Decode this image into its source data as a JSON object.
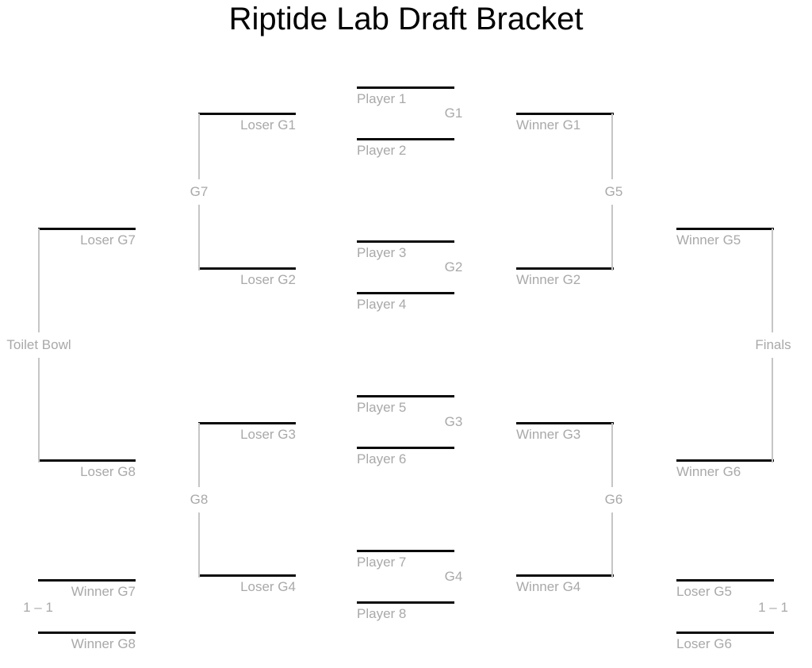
{
  "title": "Riptide Lab Draft Bracket",
  "colors": {
    "match_line": "#000000",
    "connector_line": "#c6c6c6",
    "label_text": "#a9a9a9"
  },
  "matches": {
    "g1": {
      "label": "G1",
      "top": "Player 1",
      "bottom": "Player 2"
    },
    "g2": {
      "label": "G2",
      "top": "Player 3",
      "bottom": "Player 4"
    },
    "g3": {
      "label": "G3",
      "top": "Player 5",
      "bottom": "Player 6"
    },
    "g4": {
      "label": "G4",
      "top": "Player 7",
      "bottom": "Player 8"
    },
    "g5": {
      "label": "G5",
      "top": "Winner G1",
      "bottom": "Winner G2"
    },
    "g6": {
      "label": "G6",
      "top": "Winner G3",
      "bottom": "Winner G4"
    },
    "g7": {
      "label": "G7",
      "top": "Loser G1",
      "bottom": "Loser G2"
    },
    "g8": {
      "label": "G8",
      "top": "Loser G3",
      "bottom": "Loser G4"
    },
    "finals": {
      "label": "Finals",
      "top": "Winner G5",
      "bottom": "Winner G6"
    },
    "toilet_bowl": {
      "label": "Toilet Bowl",
      "top": "Loser G7",
      "bottom": "Loser G8"
    },
    "bottom_left": {
      "score": "1 – 1",
      "top": "Winner G7",
      "bottom": "Winner G8"
    },
    "bottom_right": {
      "score": "1 – 1",
      "top": "Loser G5",
      "bottom": "Loser G6"
    }
  }
}
